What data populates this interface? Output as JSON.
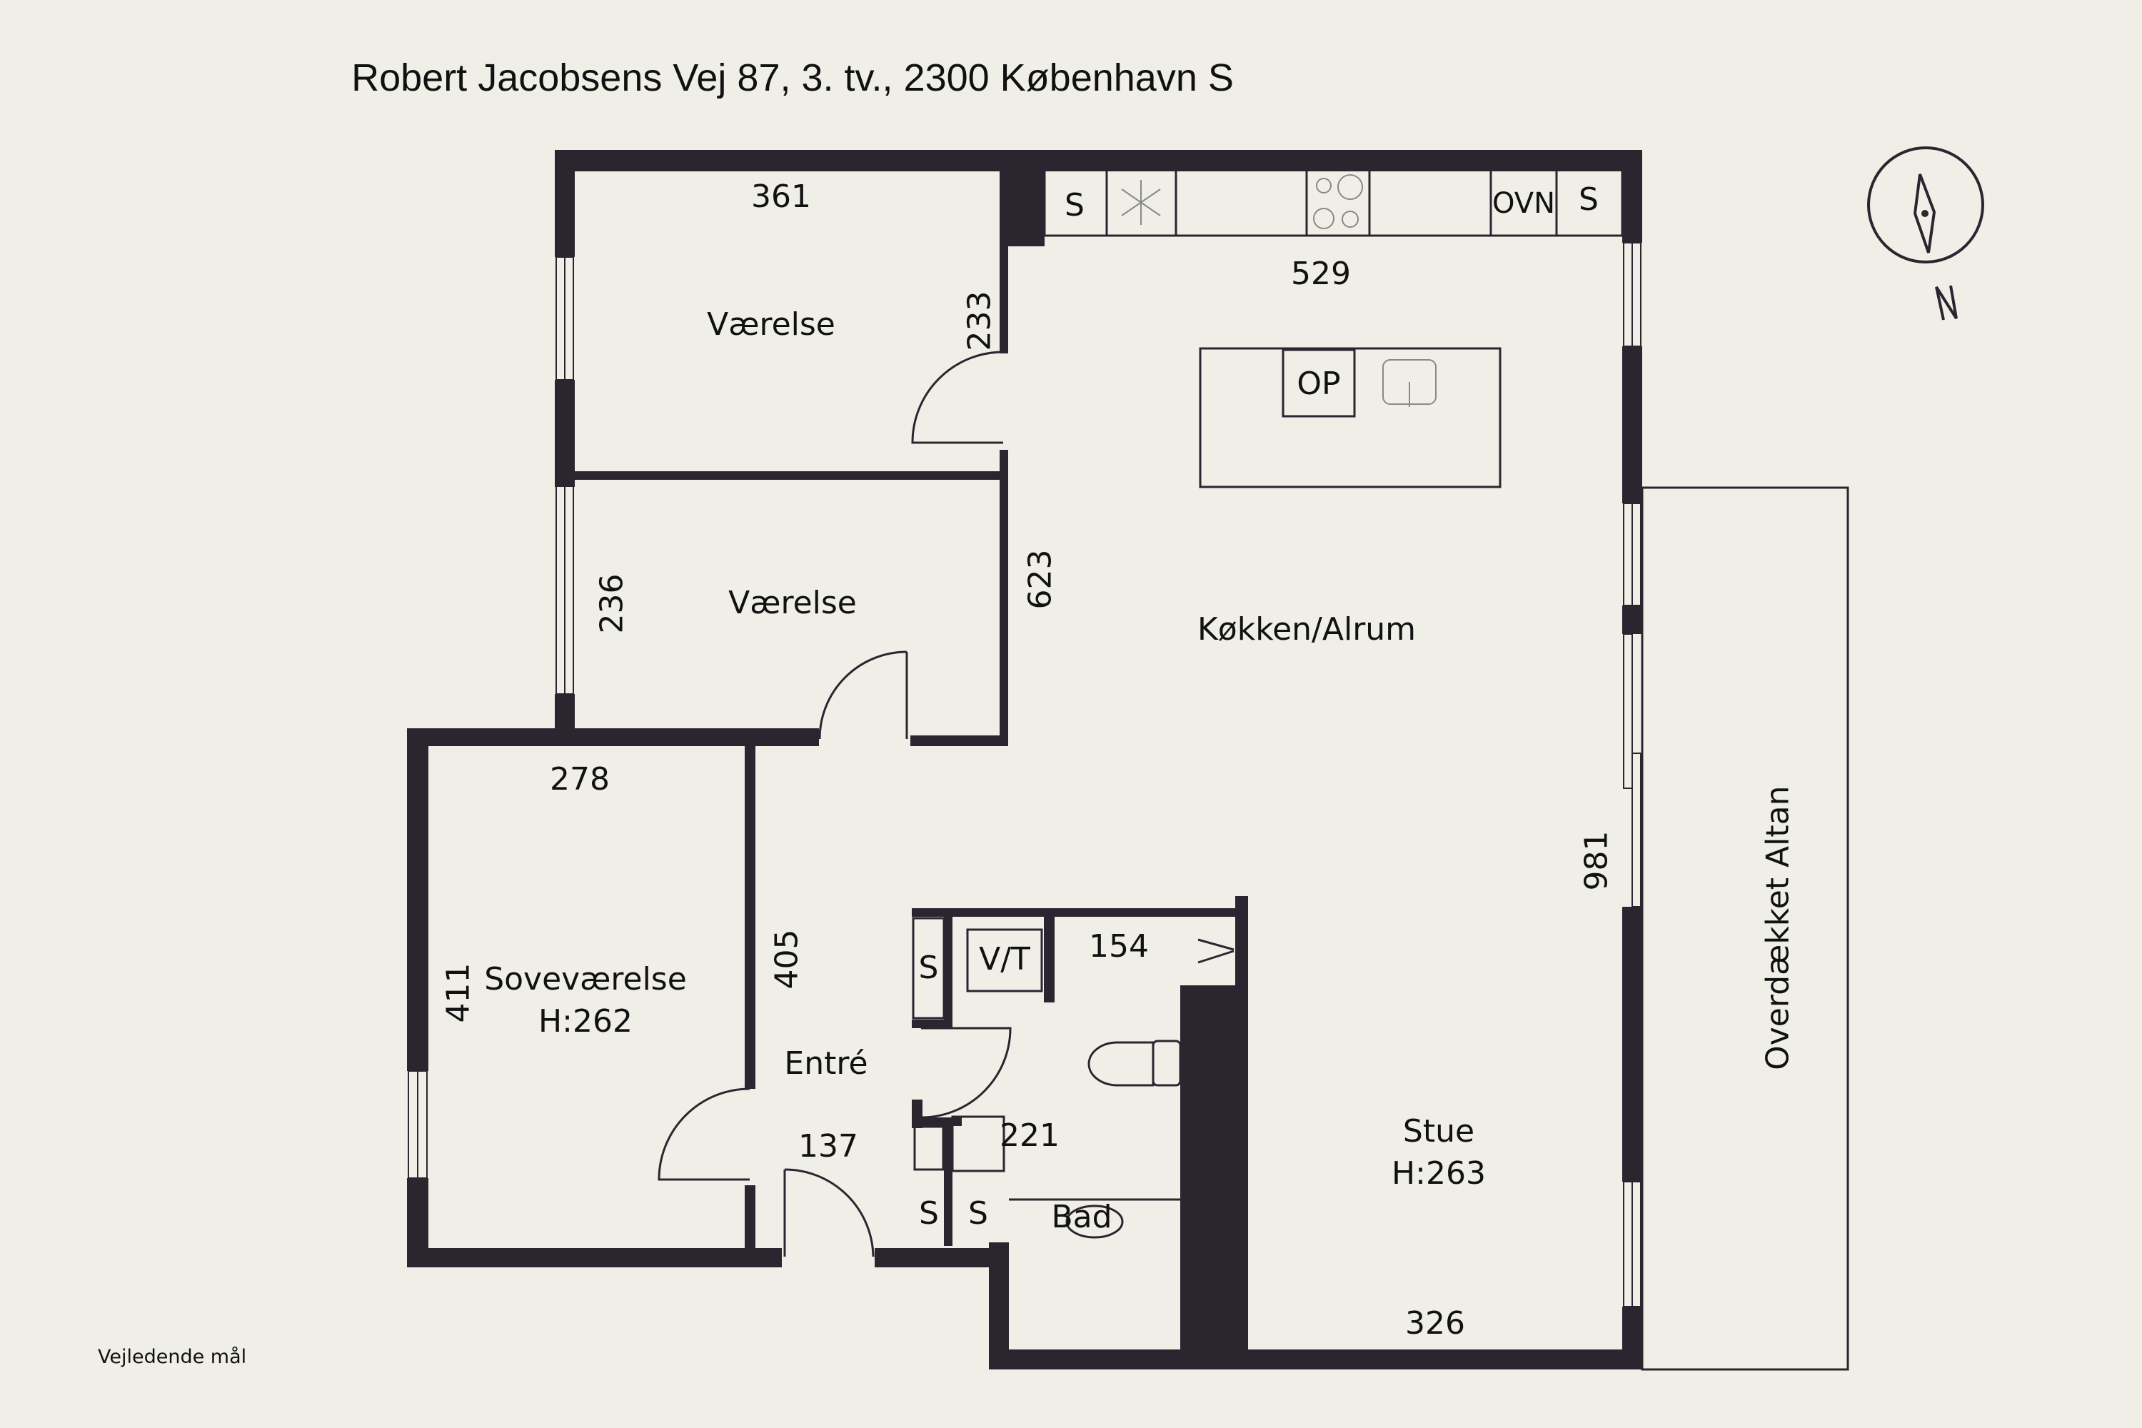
{
  "title": "Robert Jacobsens Vej 87, 3. tv., 2300 København S",
  "footnote": "Vejledende mål",
  "colors": {
    "background": "#f0efe7",
    "wall": "#2a2630",
    "line": "#2a2630"
  },
  "compass": {
    "icon": "compass-north-arrow-icon",
    "label": "N"
  },
  "rooms": [
    {
      "name": "Værelse",
      "width_dim": "361",
      "depth_dim": "233"
    },
    {
      "name": "Værelse",
      "depth_dim": "236"
    },
    {
      "name": "Køkken/Alrum",
      "width_dim": "529",
      "depth_dim": "623"
    },
    {
      "name": "Soveværelse",
      "height": "H:262",
      "width_dim": "278",
      "depth_dim": "411"
    },
    {
      "name": "Entré",
      "depth_dim": "405",
      "width_dim": "137"
    },
    {
      "name": "Bad",
      "width_dim": "154",
      "depth_dim": "221"
    },
    {
      "name": "Stue",
      "height": "H:263",
      "width_dim": "326",
      "depth_dim": "981"
    },
    {
      "name": "Overdækket Altan"
    }
  ],
  "fixtures": {
    "kitchen": [
      "S",
      "freezer-icon",
      "cooktop-icon",
      "OVN",
      "S"
    ],
    "island": [
      "OP",
      "sink-icon"
    ],
    "bath": [
      "S",
      "V/T",
      "S",
      "S",
      "toilet-icon",
      "washbasin-icon",
      "shower-icon"
    ]
  }
}
